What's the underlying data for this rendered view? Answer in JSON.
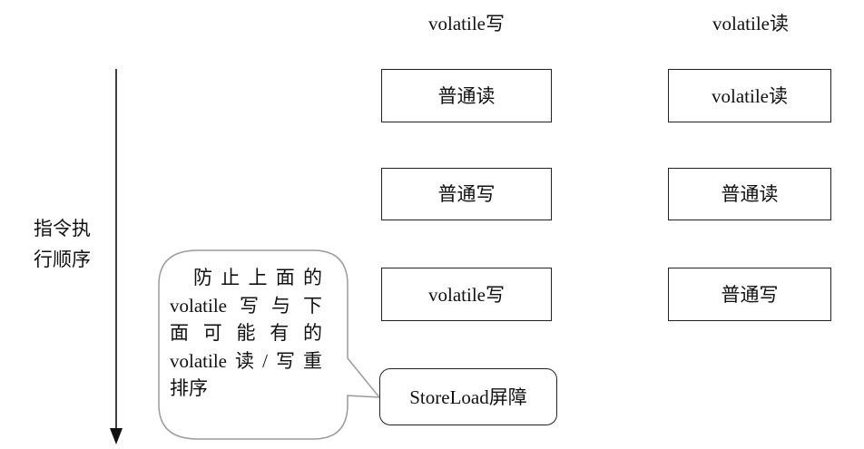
{
  "headers": {
    "write": "volatile写",
    "read": "volatile读"
  },
  "axis": {
    "label_line1": "指令执",
    "label_line2": "行顺序"
  },
  "write_column": [
    "普通读",
    "普通写",
    "volatile写"
  ],
  "read_column": [
    "volatile读",
    "普通读",
    "普通写"
  ],
  "barrier": "StoreLoad屏障",
  "callout": {
    "lines": [
      "防止上面的",
      "volatile写与下",
      "面可能有的",
      "volatile读/写重",
      "排序"
    ]
  }
}
